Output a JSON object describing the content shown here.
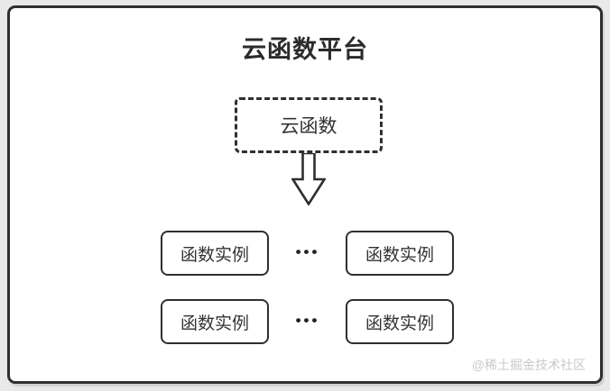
{
  "diagram": {
    "title": "云函数平台",
    "cloud_function": {
      "label": "云函数"
    },
    "instances": [
      {
        "label": "函数实例"
      },
      {
        "label": "函数实例"
      },
      {
        "label": "函数实例"
      },
      {
        "label": "函数实例"
      }
    ],
    "ellipsis": "•••",
    "watermark": "@稀土掘金技术社区",
    "colors": {
      "outer_background": "#e9e9e9",
      "canvas_background": "#ffffff",
      "line": "#2f2f2f",
      "text": "#333333",
      "watermark_text": "#c9c9c9"
    }
  }
}
